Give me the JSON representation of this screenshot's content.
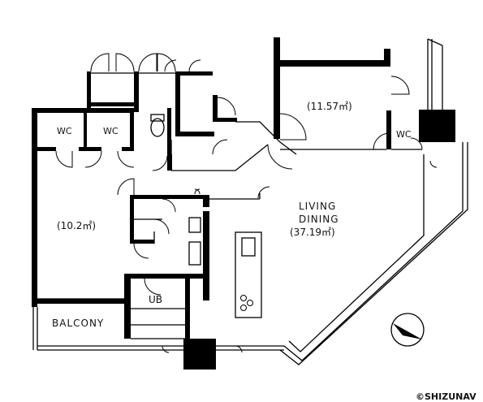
{
  "floorplan": {
    "rooms": {
      "wc_left": "WC",
      "wc_middle": "WC",
      "wc_right": "WC",
      "bedroom_west": "(10.2㎡)",
      "bedroom_north": "(11.57㎡)",
      "living_line1": "LIVING",
      "living_line2": "DINING",
      "living_area": "(37.19㎡)",
      "bath": "UB",
      "balcony": "BALCONY"
    },
    "compass_icon": "north-arrow-compass",
    "copyright": "©SHIZUNAV"
  }
}
